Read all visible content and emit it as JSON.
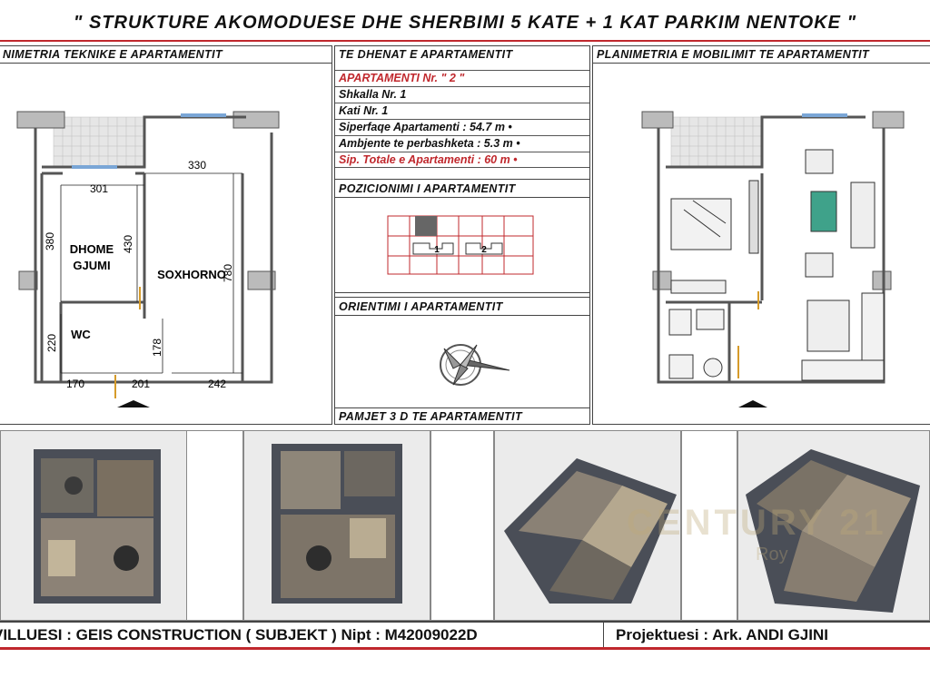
{
  "title": "\" STRUKTURE  AKOMODUESE  DHE  SHERBIMI  5  KATE  +  1 KAT  PARKIM  NENTOKE \"",
  "left_panel": {
    "header": "NIMETRIA  TEKNIKE  E  APARTAMENTIT",
    "dims": {
      "d330": "330",
      "d301": "301",
      "d380": "380",
      "d430": "430",
      "d780": "780",
      "d220": "220",
      "d170": "170",
      "d201": "201",
      "d178": "178",
      "d242": "242"
    },
    "rooms": {
      "bedroom1": "DHOME",
      "bedroom2": "GJUMI",
      "living": "SOXHORNO",
      "wc": "WC"
    }
  },
  "middle_panel": {
    "header": "TE  DHENAT  E  APARTAMENTIT",
    "rows": [
      {
        "text": "APARTAMENTI   Nr.   \" 2 \"",
        "red": true
      },
      {
        "text": "Shkalla    Nr.  1",
        "red": false
      },
      {
        "text": "Kati   Nr.  1",
        "red": false
      },
      {
        "text": "Siperfaqe  Apartamenti :  54.7  m •",
        "red": false
      },
      {
        "text": "Ambjente  te  perbashketa :  5.3  m •",
        "red": false
      },
      {
        "text": "Sip.  Totale  e  Apartamenti :   60  m •",
        "red": true
      }
    ],
    "position_header": "POZICIONIMI  I  APARTAMENTIT",
    "position_labels": {
      "a": "1",
      "b": "2"
    },
    "orientation_header": "ORIENTIMI  I  APARTAMENTIT",
    "views_header": "PAMJET  3 D  TE  APARTAMENTIT"
  },
  "right_panel": {
    "header": "PLANIMETRIA  E  MOBILIMIT  TE  APARTAMENTIT"
  },
  "watermark": {
    "line1": "CENTURY 21",
    "line2": "Roy"
  },
  "footer": {
    "left": "VILLUESI : GEIS  CONSTRUCTION ( SUBJEKT )   Nipt : M42009022D",
    "right": "Projektuesi : Ark.  ANDI  GJINI"
  },
  "colors": {
    "accent": "#c0282d",
    "wall": "#555555",
    "tile": "#d8d8d8"
  }
}
